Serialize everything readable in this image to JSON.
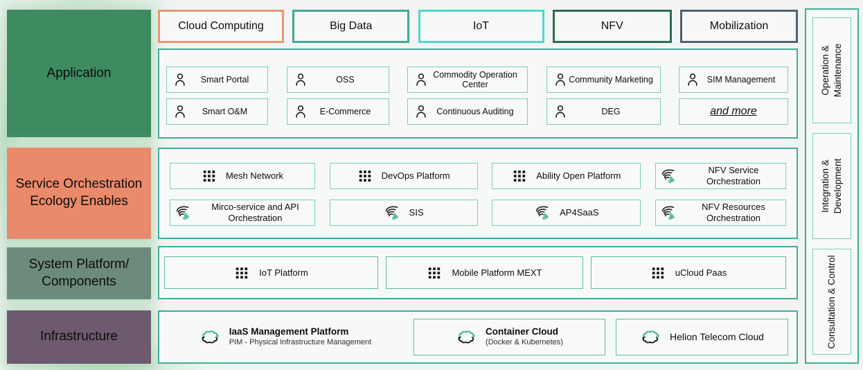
{
  "colors": {
    "panel_border": "#3fae96",
    "item_border": "#7bcbb8",
    "page_bg": "#f2f4f3",
    "glow_green": "#97cda3"
  },
  "left_rail": {
    "items": [
      {
        "label": "Application",
        "bg": "#3e8b62"
      },
      {
        "label": "Service Orchestration Ecology Enables",
        "bg": "#e98a6b"
      },
      {
        "label": "System Platform/ Components",
        "bg": "#6c8b7d"
      },
      {
        "label": "Infrastructure",
        "bg": "#6d5a6e"
      }
    ]
  },
  "top_buttons": {
    "items": [
      {
        "label": "Cloud Computing",
        "border": "#ea9474"
      },
      {
        "label": "Big Data",
        "border": "#44a894"
      },
      {
        "label": "IoT",
        "border": "#4cd9cb"
      },
      {
        "label": "NFV",
        "border": "#2d6b53"
      },
      {
        "label": "Mobilization",
        "border": "#50616f"
      }
    ]
  },
  "application_panel": {
    "rows": [
      [
        {
          "label": "Smart Portal",
          "icon": "person"
        },
        {
          "label": "OSS",
          "icon": "person"
        },
        {
          "label": "Commodity Operation Center",
          "icon": "person"
        },
        {
          "label": "Community Marketing",
          "icon": "person"
        },
        {
          "label": "SIM Management",
          "icon": "person"
        }
      ],
      [
        {
          "label": "Smart O&M",
          "icon": "person"
        },
        {
          "label": "E-Commerce",
          "icon": "person"
        },
        {
          "label": "Continuous Auditing",
          "icon": "person"
        },
        {
          "label": "DEG",
          "icon": "person"
        },
        {
          "label": "and more",
          "icon": "none",
          "emphasis": true
        }
      ]
    ]
  },
  "service_panel": {
    "rows": [
      [
        {
          "label": "Mesh Network",
          "icon": "grid"
        },
        {
          "label": "DevOps Platform",
          "icon": "grid"
        },
        {
          "label": "Ability Open Platform",
          "icon": "grid"
        },
        {
          "label": "NFV Service Orchestration",
          "icon": "orchestration"
        }
      ],
      [
        {
          "label": "Mirco-service and API Orchestration",
          "icon": "orchestration"
        },
        {
          "label": "SIS",
          "icon": "orchestration"
        },
        {
          "label": "AP4SaaS",
          "icon": "orchestration"
        },
        {
          "label": "NFV Resources Orchestration",
          "icon": "orchestration"
        }
      ]
    ]
  },
  "system_panel": {
    "items": [
      {
        "label": "IoT Platform",
        "icon": "grid"
      },
      {
        "label": "Mobile Platform MEXT",
        "icon": "grid"
      },
      {
        "label": "uCloud Paas",
        "icon": "grid"
      }
    ]
  },
  "infrastructure_panel": {
    "items": [
      {
        "title": "IaaS Management Platform",
        "subtitle": "PIM - Physical Infrastructure Management",
        "icon": "cloud-sync",
        "boxed": false
      },
      {
        "title": "Container Cloud",
        "subtitle": "(Docker & Kubernetes)",
        "icon": "cloud-sync",
        "boxed": true
      },
      {
        "title": "Helion Telecom Cloud",
        "subtitle": "",
        "icon": "cloud-sync",
        "boxed": true
      }
    ]
  },
  "right_rail": {
    "items": [
      {
        "lines": [
          "Operation &",
          "Maintenance"
        ]
      },
      {
        "lines": [
          "Integration &",
          "Development"
        ]
      },
      {
        "lines": [
          "Consultation & Control"
        ]
      }
    ]
  }
}
